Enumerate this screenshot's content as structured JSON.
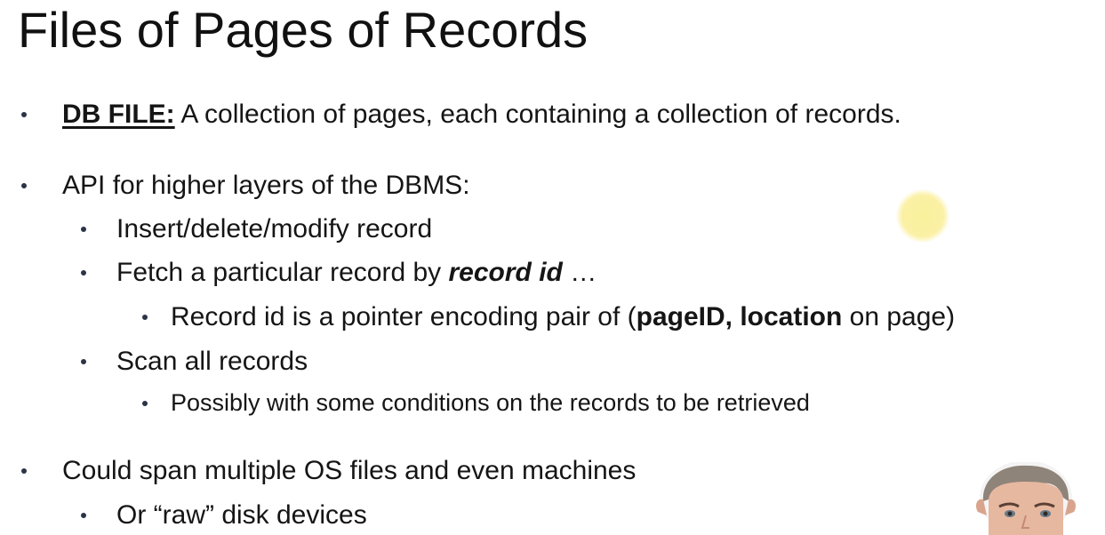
{
  "slide": {
    "title": "Files of Pages of Records",
    "db_file_term": "DB FILE:",
    "db_file_text": " A collection of pages, each containing a collection of records.",
    "api_heading": "API for higher layers of the DBMS:",
    "api_insert": "Insert/delete/modify record",
    "api_fetch_prefix": "Fetch a particular record by ",
    "api_fetch_term": "record id",
    "api_fetch_suffix": " …",
    "record_id_prefix": "Record id is a pointer encoding pair of (",
    "record_id_term": "pageID, location",
    "record_id_suffix": " on page)",
    "api_scan": "Scan all records",
    "scan_note": "Possibly with some conditions on the records to be retrieved",
    "span_heading": "Could span multiple OS files and even machines",
    "span_raw": "Or “raw” disk devices"
  },
  "icons": {
    "bullet": "bullet-dot-icon",
    "pointer": "laser-pointer-icon",
    "presenter": "presenter-video-icon"
  },
  "colors": {
    "background": "#ffffff",
    "text": "#111111",
    "bullet": "#2a3446",
    "pointer": "#f7eb98"
  }
}
